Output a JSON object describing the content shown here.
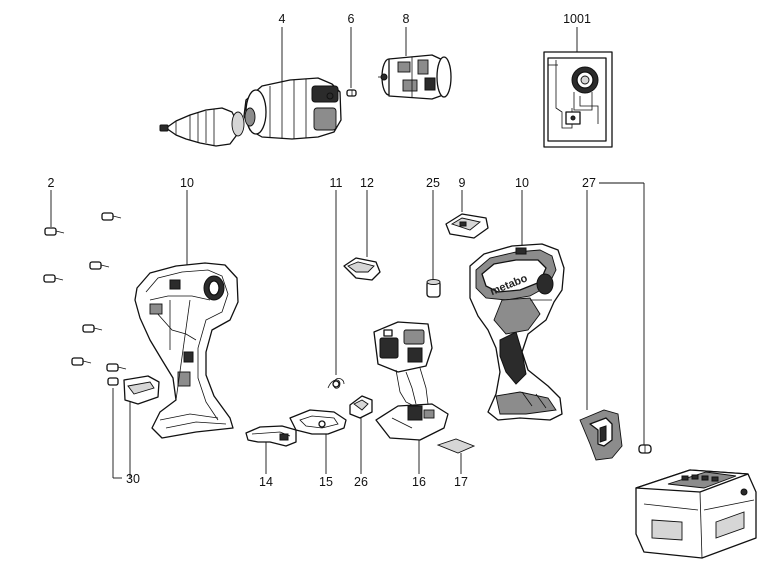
{
  "labels": {
    "l4": "4",
    "l6": "6",
    "l8": "8",
    "l1001": "1001",
    "l2": "2",
    "l10a": "10",
    "l11": "11",
    "l12": "12",
    "l25": "25",
    "l9": "9",
    "l10b": "10",
    "l27": "27",
    "l30": "30",
    "l14": "14",
    "l15": "15",
    "l26": "26",
    "l16": "16",
    "l17": "17"
  },
  "housing_brand": "metabo"
}
